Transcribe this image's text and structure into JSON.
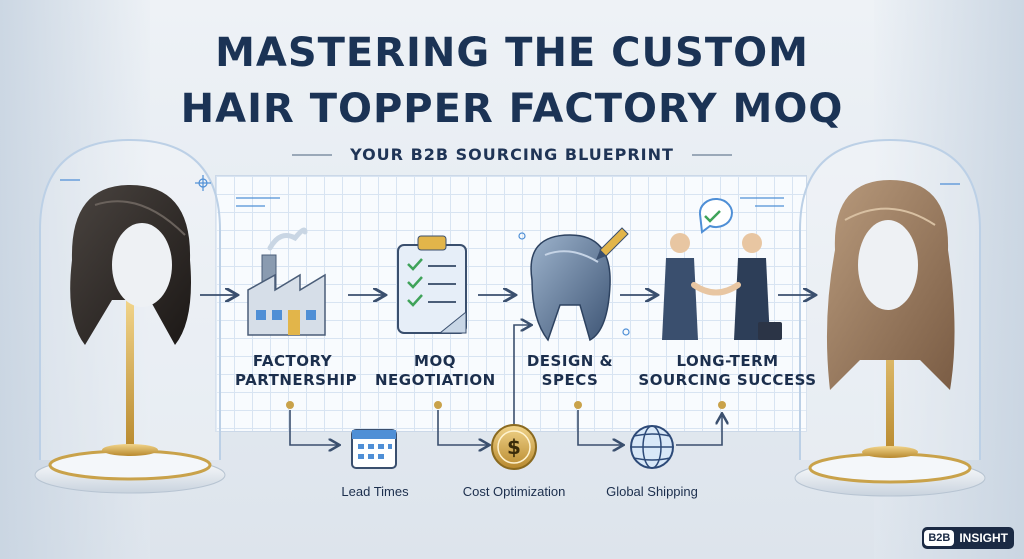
{
  "title": {
    "line1": "MASTERING THE CUSTOM",
    "line2": "HAIR TOPPER FACTORY MOQ"
  },
  "subtitle": "YOUR B2B SOURCING BLUEPRINT",
  "steps": [
    {
      "label": "FACTORY PARTNERSHIP",
      "icon": "factory-icon"
    },
    {
      "label": "MOQ NEGOTIATION",
      "icon": "clipboard-checklist-icon"
    },
    {
      "label": "DESIGN & SPECS",
      "icon": "hair-topper-pencil-icon"
    },
    {
      "label": "LONG-TERM SOURCING SUCCESS",
      "icon": "handshake-icon"
    }
  ],
  "sub_steps": [
    {
      "label": "Lead Times",
      "icon": "calendar-icon"
    },
    {
      "label": "Cost Optimization",
      "icon": "dollar-coin-icon"
    },
    {
      "label": "Global Shipping",
      "icon": "globe-icon"
    }
  ],
  "badge": {
    "part1": "B2B",
    "part2": "INSIGHT"
  },
  "colors": {
    "title": "#1b3355",
    "arrow": "#3a4f6e",
    "gold": "#c9a24a",
    "accent_blue": "#4f8fd6",
    "check_green": "#3fa35a"
  }
}
